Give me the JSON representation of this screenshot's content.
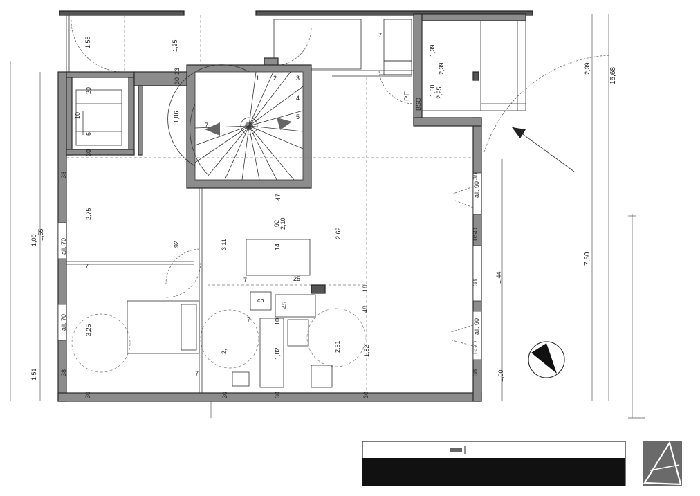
{
  "plan": {
    "dimensions": {
      "d158": "1,58",
      "d125": "1,25",
      "d139": "1,39",
      "d239a": "2,39",
      "d100a": "1,00",
      "d225": "2,25",
      "d239b": "2,39",
      "d1668": "16,68",
      "d20": "20",
      "d10": "10",
      "d6": "6",
      "d30a": "30",
      "d186": "1,86",
      "d23": "23",
      "d30b": "30",
      "d7a": "7",
      "d38a": "38",
      "d275": "2,75",
      "d100b": "1,00",
      "d155": "1,55",
      "d92a": "92",
      "d311": "3,11",
      "d47": "47",
      "d92b": "92",
      "d210": "2,10",
      "d262": "2,62",
      "d14": "14",
      "d7b": "7",
      "d7c": "7",
      "d25": "25",
      "d18": "18",
      "d45": "45",
      "d48": "48",
      "d10b": "10",
      "d325": "3,25",
      "d151": "1,51",
      "d38b": "38",
      "d182a": "1,82",
      "d261": "2,61",
      "d182b": "1,82",
      "d2x": "2,",
      "d7d": "7",
      "d30c": "30",
      "d30d": "30",
      "d30e": "30",
      "d30f": "30",
      "d38c": "38",
      "d38d": "38",
      "d38e": "38",
      "d144": "1,44",
      "d760": "7,60",
      "d100c": "1,00",
      "d7e": "7",
      "d7f": "7"
    },
    "labels": {
      "all70a": "all. 70",
      "all70b": "all. 70",
      "all90a": "all. 90",
      "all90b": "all. 90",
      "bso1": "BSO",
      "bso2": "BSO",
      "bso3": "BSO",
      "pf": "PF",
      "ch": "ch",
      "step1": "1",
      "step2": "2",
      "step3": "3",
      "step4": "4",
      "step5": "5"
    }
  }
}
